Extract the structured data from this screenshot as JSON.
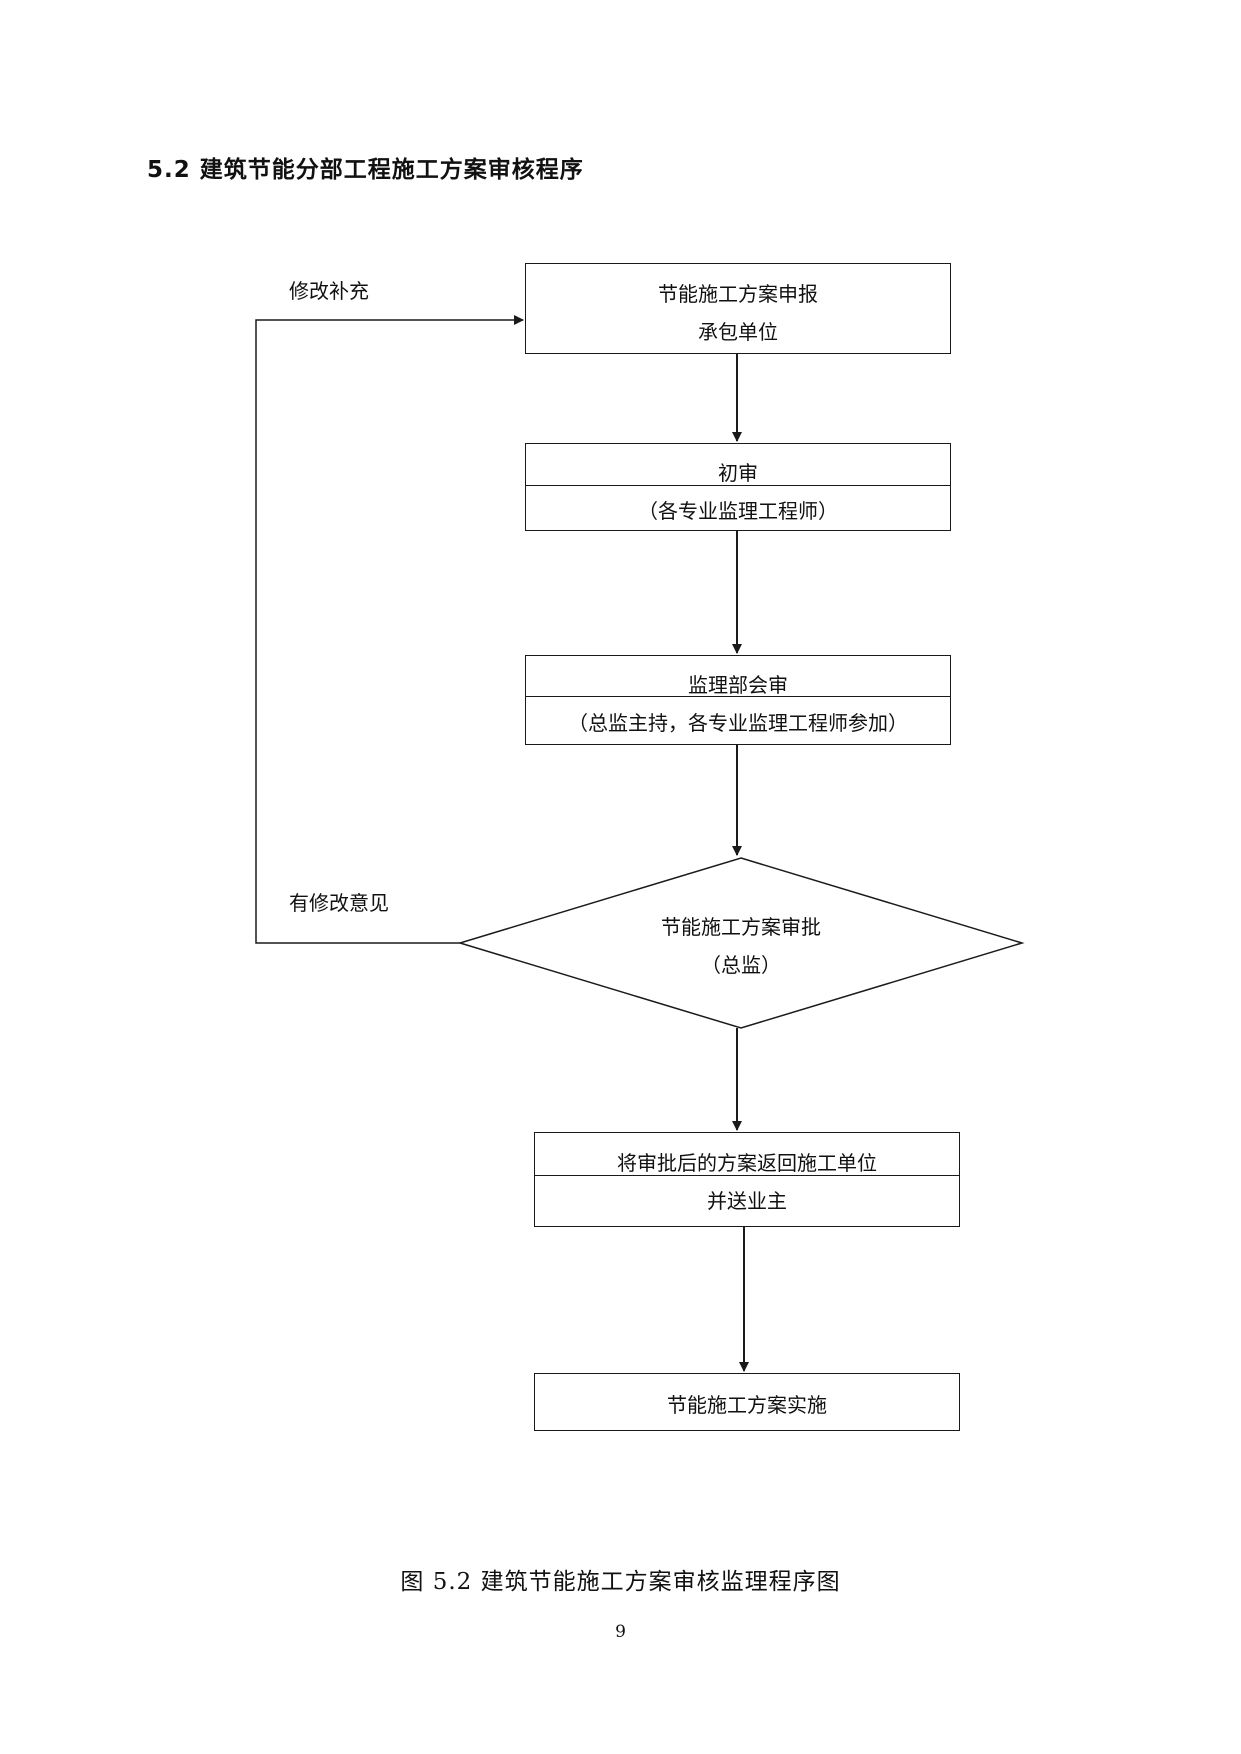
{
  "section_heading": "5.2 建筑节能分部工程施工方案审核程序",
  "flowchart": {
    "step_submit": {
      "line1": "节能施工方案申报",
      "line2": "承包单位"
    },
    "step_initial_review": {
      "line1": "初审",
      "line2": "（各专业监理工程师）"
    },
    "step_joint_review": {
      "line1": "监理部会审",
      "line2": "（总监主持，各专业监理工程师参加）"
    },
    "decision_approval": {
      "line1": "节能施工方案审批",
      "line2": "（总监）"
    },
    "step_return": {
      "line1": "将审批后的方案返回施工单位",
      "line2": "并送业主"
    },
    "step_implement": {
      "line1": "节能施工方案实施"
    },
    "loop_label_revise": "修改补充",
    "loop_label_comments": "有修改意见"
  },
  "figure_caption": "图 5.2 建筑节能施工方案审核监理程序图",
  "page_number": "9"
}
